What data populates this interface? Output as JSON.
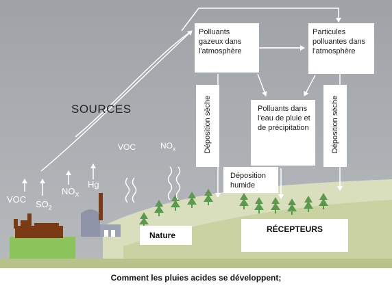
{
  "sources_title": "SOURCES",
  "emissions": {
    "voc_left": "VOC",
    "so": "SO",
    "so_sub": "2",
    "no_left": "NO",
    "no_left_sub": "X",
    "hg": "Hg",
    "voc_mid": "VOC",
    "no_mid": "NO",
    "no_mid_sub": "x"
  },
  "boxes": {
    "gaseous": "Polluants gazeux dans l'atmosphère",
    "particles": "Particules polluantes dans l'atmosphère",
    "water": "Polluants dans l'eau de pluie et de précipitation",
    "dry_left": "Déposition sèche",
    "dry_right": "Déposition sèche",
    "wet": "Déposition humide"
  },
  "nature": "Nature",
  "receptors": "RÉCEPTEURS",
  "caption": "Comment les pluies acides se développent;",
  "colors": {
    "sky": "#a9acaf",
    "hill_far": "#d6ddb8",
    "hill_near": "#c4cf98",
    "ground": "#8cc45c",
    "factory": "#7a3a14",
    "plant": "#8f93a8",
    "tree": "#5b9a4e",
    "arrow": "#ffffff"
  },
  "icons": [
    "factory-icon",
    "power-plant-icon",
    "tree-icon",
    "up-arrow-icon",
    "wavy-smoke-icon"
  ]
}
